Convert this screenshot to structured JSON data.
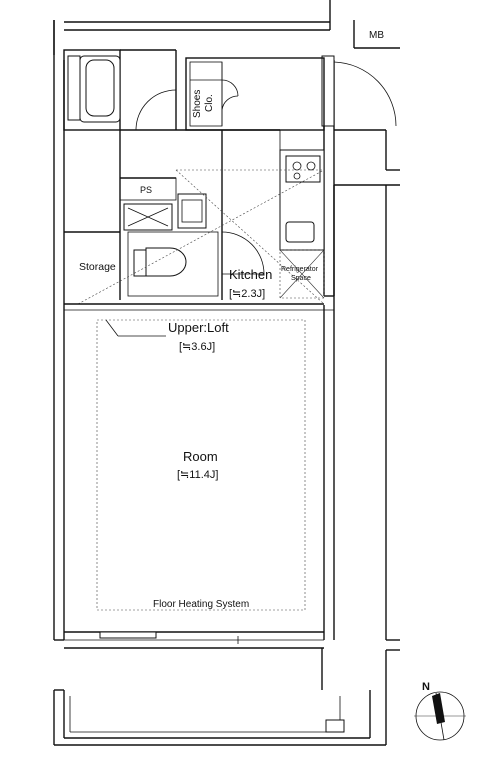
{
  "labels": {
    "mb": "MB",
    "shoes_line1": "Shoes",
    "shoes_line2": "Clo.",
    "ps": "PS",
    "storage": "Storage",
    "kitchen": "Kitchen",
    "kitchen_area": "[≒2.3J]",
    "fridge_line1": "Refrigerator",
    "fridge_line2": "Space",
    "loft": "Upper:Loft",
    "loft_area": "[≒3.6J]",
    "room": "Room",
    "room_area": "[≒11.4J]",
    "floor_heating": "Floor Heating System",
    "north": "N"
  }
}
